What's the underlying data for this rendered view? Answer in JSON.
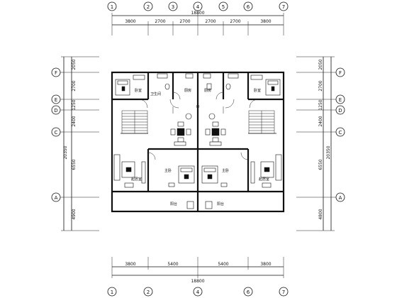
{
  "axes": {
    "vertical": [
      "1",
      "2",
      "3",
      "4",
      "5",
      "6",
      "7"
    ],
    "horizontal": [
      "A",
      "C",
      "D",
      "E",
      "F"
    ]
  },
  "dims": {
    "top_total": "18800",
    "top_segments": [
      "3800",
      "2700",
      "2700",
      "2700",
      "2700",
      "3800"
    ],
    "bottom_total": "18800",
    "bottom_segments": [
      "3800",
      "5400",
      "5400",
      "3800"
    ],
    "left_total": "20350",
    "left_segments": [
      "2050",
      "2700",
      "1250",
      "2400",
      "6550",
      "4900"
    ],
    "right_total": "20350",
    "right_segments": [
      "2050",
      "2700",
      "1250",
      "2400",
      "6550",
      "4800"
    ]
  },
  "rooms": {
    "bedroom_tl": "卧室",
    "bath_l": "卫生间",
    "kitchen_l": "厨房",
    "kitchen_r": "厨房",
    "bedroom_tr": "卧室",
    "master_l": "主卧",
    "master_r": "主卧",
    "living_l": "起居室",
    "living_r": "起居室",
    "balcony_l": "阳台",
    "balcony_r": "阳台"
  }
}
